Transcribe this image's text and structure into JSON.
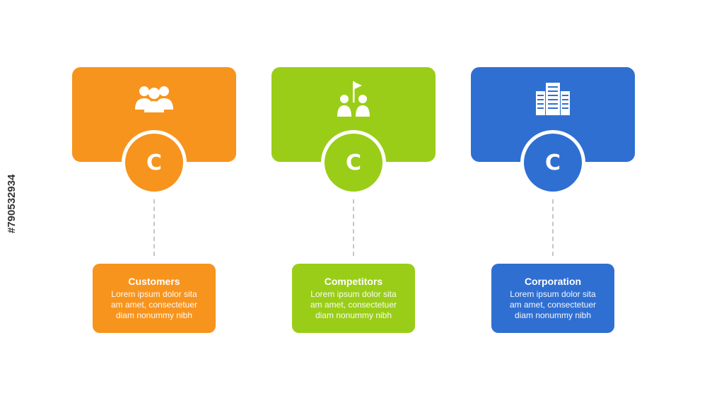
{
  "columns": [
    {
      "title": "Customers",
      "badge": "C",
      "body": [
        "Lorem ipsum dolor sita",
        "am amet, consectetuer",
        "diam nonummy  nibh"
      ],
      "icon": "people-group-icon",
      "color": "#f7941d"
    },
    {
      "title": "Competitors",
      "badge": "C",
      "body": [
        "Lorem ipsum dolor sita",
        "am amet, consectetuer",
        "diam nonummy  nibh"
      ],
      "icon": "competition-flag-icon",
      "color": "#9acd18"
    },
    {
      "title": "Corporation",
      "badge": "C",
      "body": [
        "Lorem ipsum dolor sita",
        "am amet, consectetuer",
        "diam nonummy  nibh"
      ],
      "icon": "building-icon",
      "color": "#2f6fd1"
    }
  ],
  "watermark": "#790532934"
}
